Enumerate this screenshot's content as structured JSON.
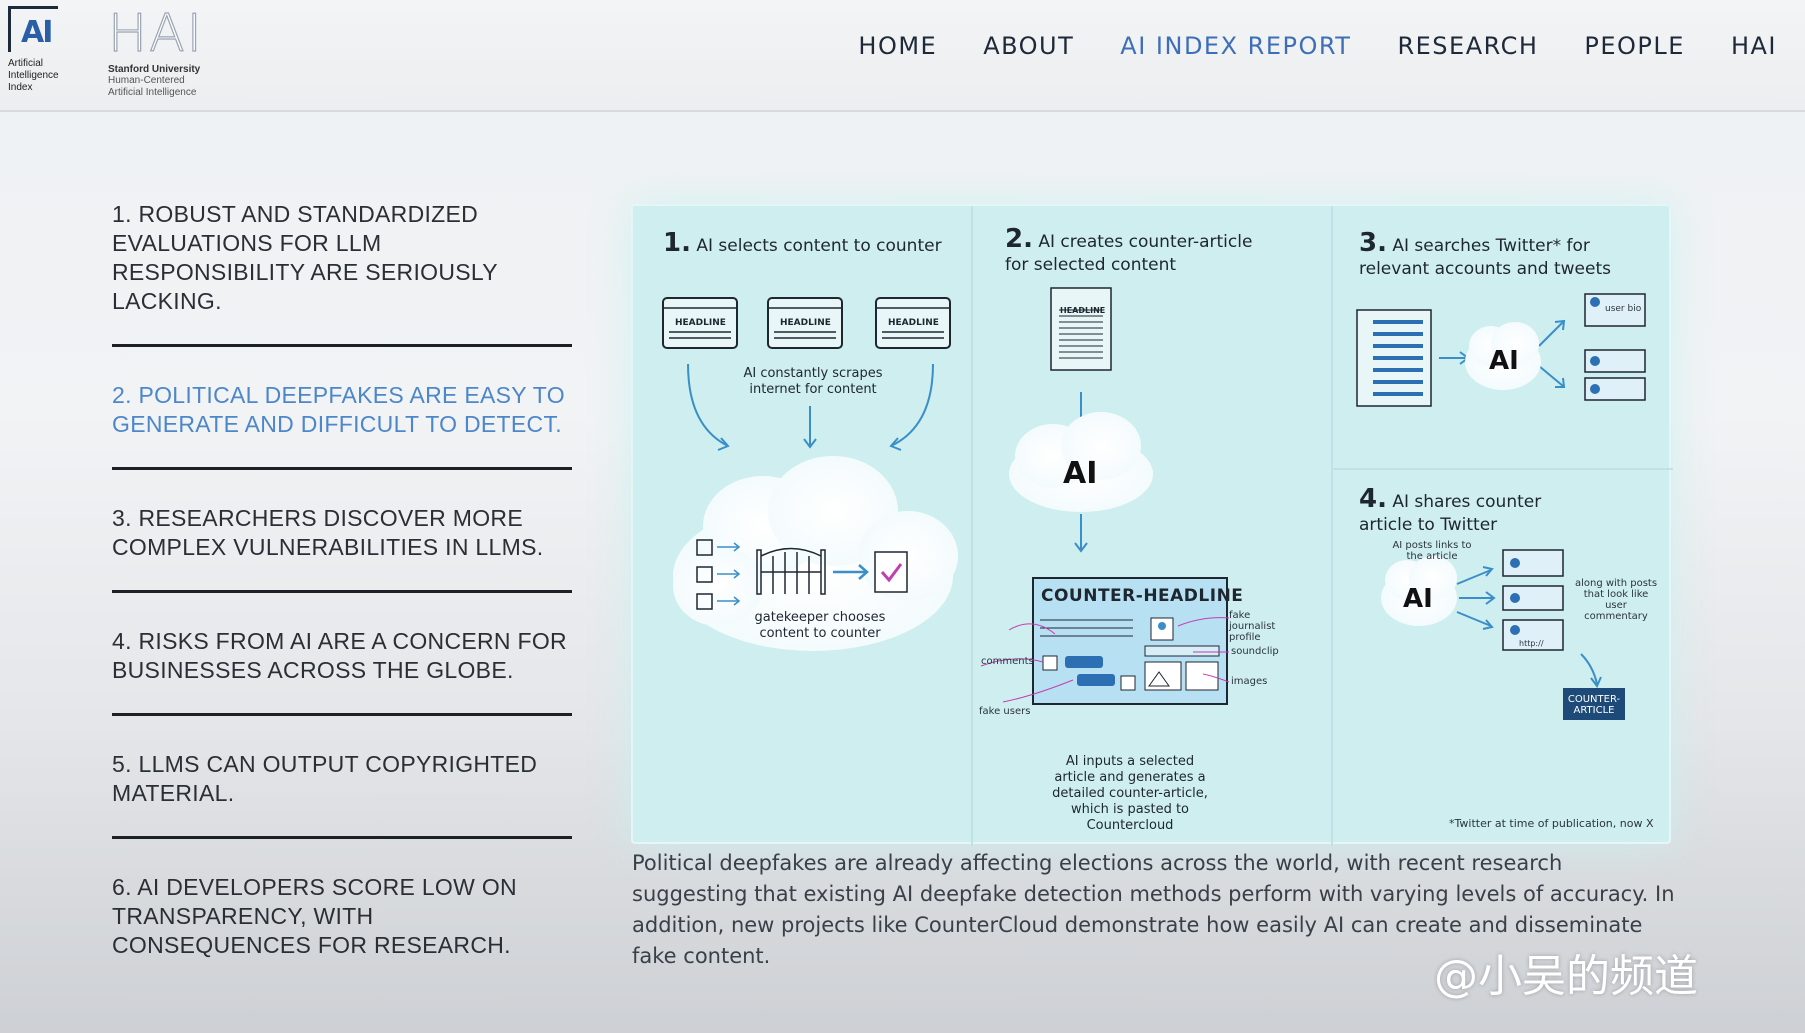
{
  "header": {
    "ai_logo": {
      "mark": "AI",
      "text": "Artificial\nIntelligence\nIndex"
    },
    "hai_logo": {
      "mark": "HAI",
      "line1": "Stanford University",
      "line2": "Human-Centered",
      "line3": "Artificial Intelligence"
    },
    "nav": [
      "HOME",
      "ABOUT",
      "AI INDEX REPORT",
      "RESEARCH",
      "PEOPLE",
      "HAI"
    ],
    "nav_active": "AI INDEX REPORT"
  },
  "list": {
    "items": [
      "1. ROBUST AND STANDARDIZED EVALUATIONS FOR LLM RESPONSIBILITY ARE SERIOUSLY LACKING.",
      "2. POLITICAL DEEPFAKES ARE EASY TO GENERATE AND DIFFICULT TO DETECT.",
      "3. RESEARCHERS DISCOVER MORE COMPLEX VULNERABILITIES IN LLMS.",
      "4. RISKS FROM AI ARE A CONCERN FOR BUSINESSES ACROSS THE GLOBE.",
      "5. LLMS CAN OUTPUT COPYRIGHTED MATERIAL.",
      "6. AI DEVELOPERS SCORE LOW ON TRANSPARENCY, WITH CONSEQUENCES FOR RESEARCH."
    ],
    "active_index": 1,
    "active_color": "#4d86c9"
  },
  "infographic": {
    "step1": {
      "num": "1.",
      "title": "AI selects content to counter",
      "headline": "HEADLINE",
      "scrape": "AI constantly scrapes internet for content",
      "gate": "gatekeeper chooses content to counter"
    },
    "step2": {
      "num": "2.",
      "title": "AI creates counter-article for selected content",
      "headline": "HEADLINE",
      "ai": "AI",
      "counter_headline": "COUNTER-HEADLINE",
      "fake_profile": "fake journalist profile",
      "soundclip": "soundclip",
      "images": "images",
      "comments": "comments",
      "fake_users": "fake users",
      "desc": "AI inputs a selected article and generates a detailed counter-article, which is pasted to Countercloud"
    },
    "step3": {
      "num": "3.",
      "title": "AI searches Twitter* for relevant accounts and tweets",
      "ai": "AI",
      "user_bio": "user bio"
    },
    "step4": {
      "num": "4.",
      "title": "AI shares counter article to Twitter",
      "ai": "AI",
      "posts_links": "AI posts links to the article",
      "along_with": "along with posts that look like user commentary",
      "http": "http://",
      "counter_article": "COUNTER-ARTICLE"
    },
    "footnote": "*Twitter at time of publication, now X"
  },
  "caption": "Political deepfakes are already affecting elections across the world, with recent research suggesting that existing AI deepfake detection methods perform with varying levels of accuracy. In addition, new projects like CounterCloud demonstrate how easily AI can create and disseminate fake content.",
  "watermark": "@小吴的频道"
}
